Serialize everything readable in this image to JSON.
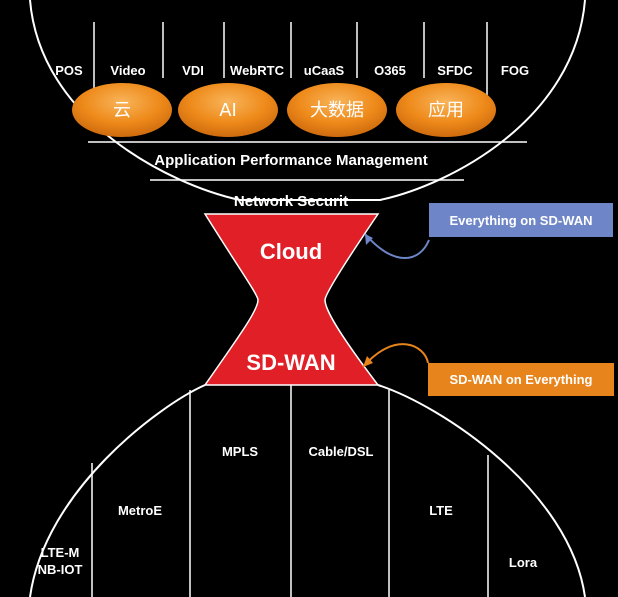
{
  "top_apps": [
    "POS",
    "Video",
    "VDI",
    "WebRTC",
    "uCaaS",
    "O365",
    "SFDC",
    "FOG"
  ],
  "top_bubbles": [
    "云",
    "AI",
    "大数据",
    "应用"
  ],
  "band_apm": "Application Performance Management",
  "band_security": "Network Securit",
  "core_top": "Cloud",
  "core_bottom": "SD-WAN",
  "bottom_transports": [
    "LTE-M",
    "NB-IOT",
    "MetroE",
    "MPLS",
    "Cable/DSL",
    "LTE",
    "Lora"
  ],
  "callouts": {
    "everything_on_sdwan": "Everything on SD-WAN",
    "sdwan_on_everything": "SD-WAN on Everything"
  },
  "colors": {
    "core_red": "#e01f27",
    "bubble_orange": "#ee8a1a",
    "callout_blue": "#6e86c8",
    "callout_orange": "#e8841c",
    "lines": "#ffffff"
  }
}
